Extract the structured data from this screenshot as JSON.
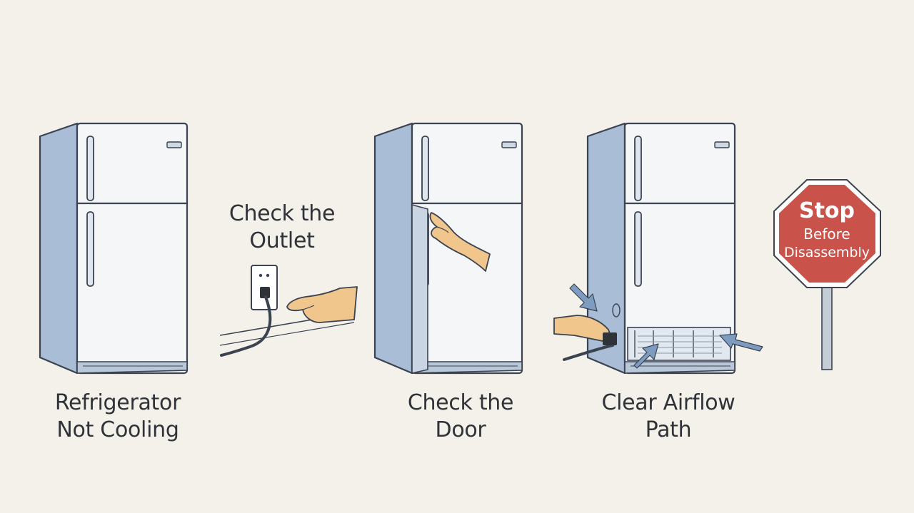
{
  "steps": [
    {
      "line1": "Refrigerator",
      "line2": "Not Cooling"
    },
    {
      "line1": "Check the",
      "line2": "Outlet"
    },
    {
      "line1": "Check the",
      "line2": "Door"
    },
    {
      "line1": "Clear Airflow",
      "line2": "Path"
    }
  ],
  "stop_sign": {
    "title": "Stop",
    "line1": "Before",
    "line2": "Disassembly"
  },
  "colors": {
    "background": "#f3f1ea",
    "fridge_side": "#a9bdd6",
    "fridge_front": "#f4f6f8",
    "outline": "#3b4250",
    "skin": "#f0c68c",
    "stop_red": "#c9524a",
    "arrow": "#7e9cc0"
  }
}
